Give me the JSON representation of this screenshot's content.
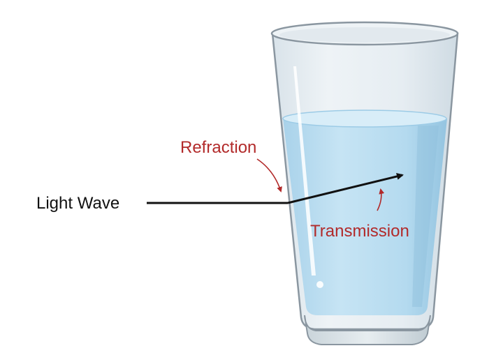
{
  "labels": {
    "light_wave": "Light Wave",
    "refraction": "Refraction",
    "transmission": "Transmission"
  },
  "colors": {
    "background": "#ffffff",
    "label_black": "#111111",
    "label_red": "#b22a2a",
    "water": "#b9dcf0",
    "glass": "#e3ecf1",
    "glass_outline": "#8a96a0"
  }
}
